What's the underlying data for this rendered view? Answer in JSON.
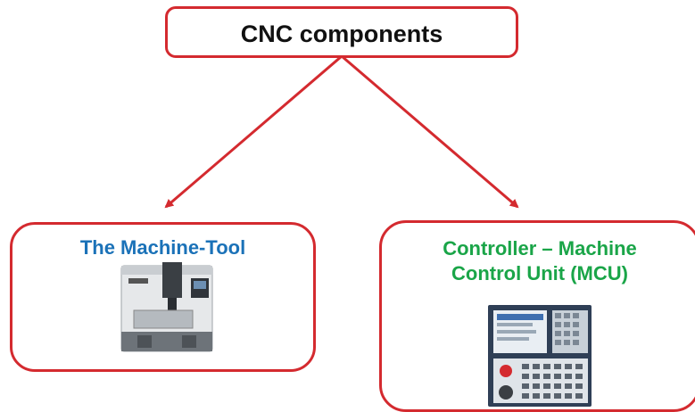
{
  "diagram": {
    "root": {
      "label": "CNC components"
    },
    "children": [
      {
        "label": "The Machine-Tool",
        "image": "cnc-machine-tool-icon"
      },
      {
        "label_line1": "Controller – Machine",
        "label_line2": "Control Unit (MCU)",
        "image": "cnc-controller-panel-icon"
      }
    ]
  },
  "colors": {
    "border": "#d42a2f",
    "arrow": "#d42a2f",
    "machine_label": "#1b72b8",
    "controller_label": "#1aa548"
  }
}
